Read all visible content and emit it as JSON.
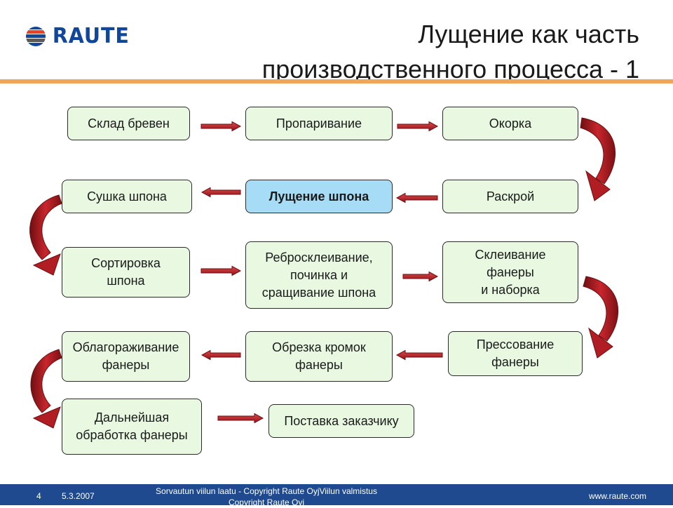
{
  "header": {
    "logo_text": "RAUTE",
    "title_line1": "Лущение как часть",
    "title_line2": "производственного процесса - 1"
  },
  "flow": {
    "boxes": [
      {
        "id": "sklad",
        "label": "Склад бревен"
      },
      {
        "id": "proparivanie",
        "label": "Пропаривание"
      },
      {
        "id": "okorka",
        "label": "Окорка"
      },
      {
        "id": "raskroy",
        "label": "Раскрой"
      },
      {
        "id": "lushchenie",
        "label": "Лущение шпона"
      },
      {
        "id": "sushka",
        "label": "Сушка шпона"
      },
      {
        "id": "sortirovka",
        "label": "Сортировка\nшпона"
      },
      {
        "id": "rebroskleivanie",
        "label": "Ребросклеивание,\nпочинка и\nсращивание шпона"
      },
      {
        "id": "skleivanie",
        "label": "Склеивание\nфанеры\nи наборка"
      },
      {
        "id": "pressovanie",
        "label": "Прессование\nфанеры"
      },
      {
        "id": "obrezka",
        "label": "Обрезка кромок\nфанеры"
      },
      {
        "id": "oblagorazhivanie",
        "label": "Облагораживание\nфанеры"
      },
      {
        "id": "dalneyshaya",
        "label": "Дальнейшая\nобработка фанеры"
      },
      {
        "id": "postavka",
        "label": "Поставка заказчику"
      }
    ]
  },
  "colors": {
    "box_fill": "#e8f8e1",
    "active_fill": "#a6dcf5",
    "arrow": "#b01d22",
    "arrow_dark": "#6e0f12",
    "rule": "#f0a65a",
    "footer_bg": "#1f4a8f",
    "logo_blue": "#10479a"
  },
  "footer": {
    "page": "4",
    "date": "5.3.2007",
    "copyright": "Sorvautun viilun laatu - Copyright Raute OyjViilun valmistus\nCopyright Raute Oyj",
    "website": "www.raute.com"
  }
}
